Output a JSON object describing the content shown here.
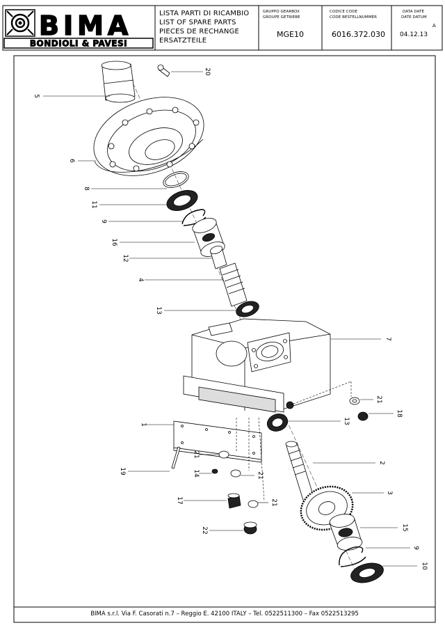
{
  "header": {
    "brand_name": "BIMA",
    "brand_sub": "BONDIOLI & PAVESI",
    "titles": [
      "LISTA PARTI DI RICAMBIO",
      "LIST OF SPARE PARTS",
      "PIECES DE RECHANGE",
      "ERSATZTEILE"
    ],
    "group_labels": [
      "GRUPPO GEARBOX",
      "GROUPE GETRIEBE"
    ],
    "group_value": "MGE10",
    "code_labels": [
      "CODICE CODE",
      "CODE BESTELLNUMMER"
    ],
    "code_value": "6016.372.030",
    "date_labels": [
      "DATA DATE",
      "DATE DATUM"
    ],
    "revision": "A",
    "date_value": "04.12.13"
  },
  "callouts": [
    "5",
    "20",
    "6",
    "8",
    "11",
    "9",
    "16",
    "12",
    "4",
    "13",
    "7",
    "21",
    "18",
    "13",
    "1",
    "21",
    "2",
    "19",
    "14",
    "21",
    "3",
    "17",
    "21",
    "15",
    "22",
    "9",
    "10"
  ],
  "footer": {
    "text": "BIMA s.r.l. Via F. Casorati n.7  –  Reggio E. 42100 ITALY  –  Tel. 0522511300  –  Fax 0522513295"
  }
}
